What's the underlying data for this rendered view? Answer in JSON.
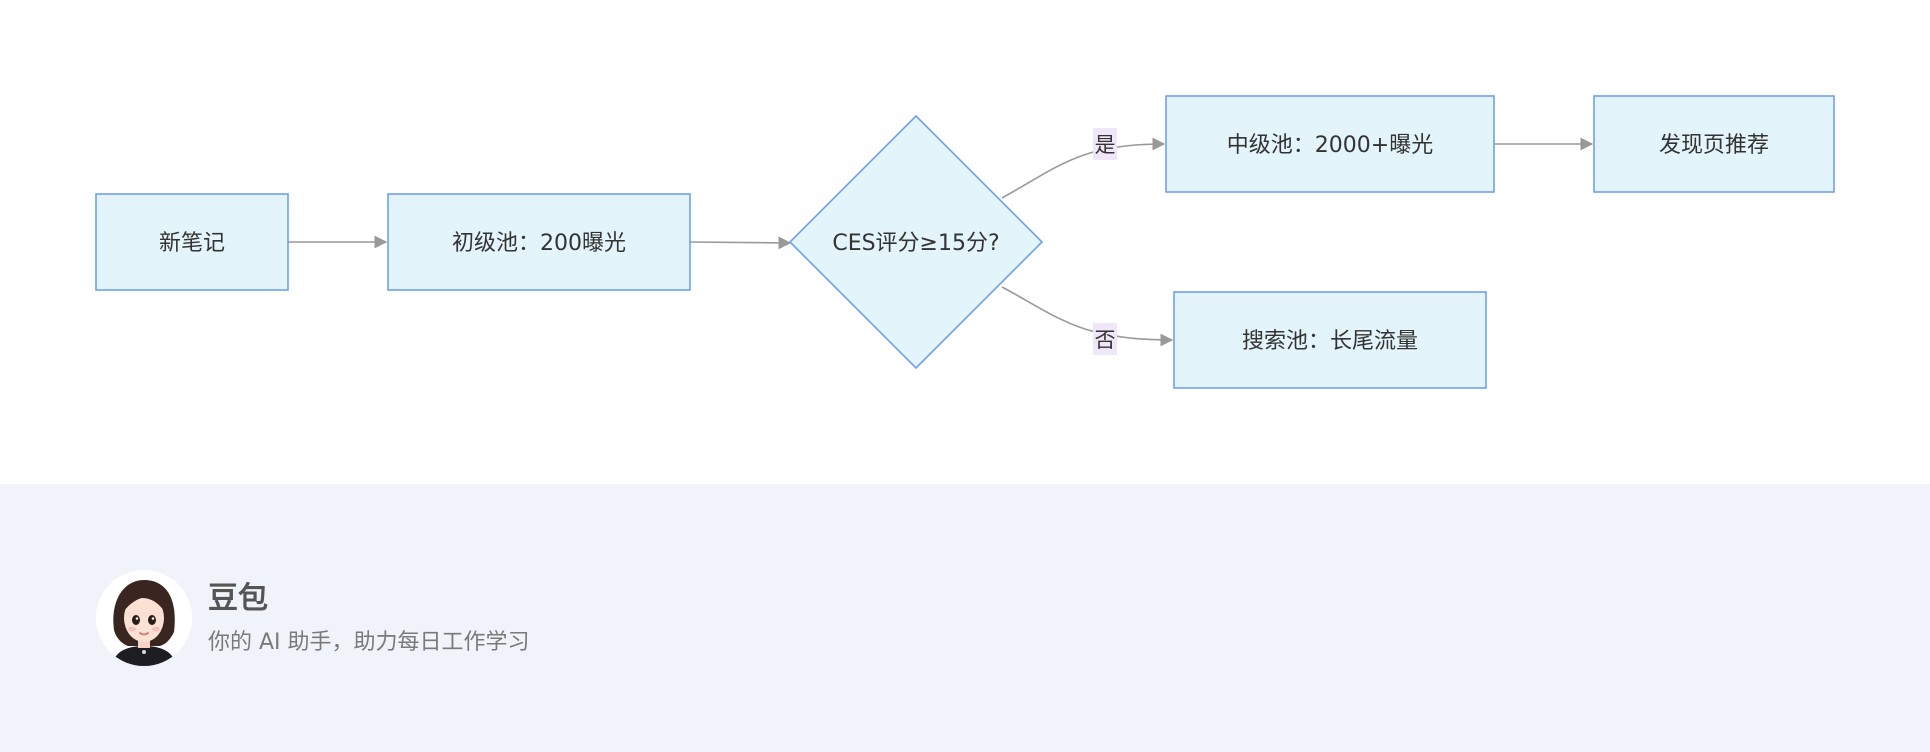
{
  "diagram": {
    "nodes": {
      "new_note": "新笔记",
      "initial_pool": "初级池：200曝光",
      "decision": "CES评分≥15分?",
      "mid_pool": "中级池：2000+曝光",
      "discover": "发现页推荐",
      "search_pool": "搜索池：长尾流量"
    },
    "edge_labels": {
      "yes": "是",
      "no": "否"
    },
    "colors": {
      "node_fill": "#e3f4fb",
      "node_stroke": "#6fa0f0",
      "edge": "#999999",
      "edge_label_bg": "#f0e6fa"
    }
  },
  "footer": {
    "brand_name": "豆包",
    "tagline": "你的 AI 助手，助力每日工作学习",
    "avatar_icon": "avatar-girl-icon"
  }
}
